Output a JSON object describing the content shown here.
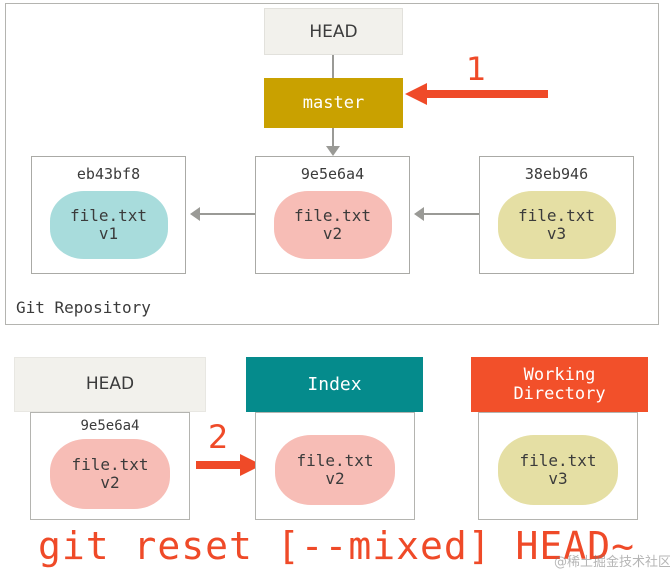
{
  "diagram": {
    "title": "git reset [--mixed] HEAD~",
    "watermark": "@稀土掘金技术社区",
    "colors": {
      "head_box": "#f2f1ec",
      "master_box": "#c9a100",
      "index_header": "#058b8c",
      "working_directory_header": "#f2502a",
      "callout_red": "#ef4a28",
      "blob_v1": "#a8dcdc",
      "blob_v2": "#f7bdb6",
      "blob_v3": "#e5dfa4",
      "connector_gray": "#9a9a96",
      "frame_border": "#b4b4b0"
    }
  },
  "repository": {
    "label": "Git Repository",
    "head_pointer": {
      "label": "HEAD"
    },
    "branch": {
      "label": "master"
    },
    "callout": {
      "number": "1",
      "direction": "left",
      "target": "master"
    },
    "commits": [
      {
        "sha": "eb43bf8",
        "file": "file.txt",
        "version": "v1",
        "blob_color": "#a8dcdc"
      },
      {
        "sha": "9e5e6a4",
        "file": "file.txt",
        "version": "v2",
        "blob_color": "#f7bdb6"
      },
      {
        "sha": "38eb946",
        "file": "file.txt",
        "version": "v3",
        "blob_color": "#e5dfa4"
      }
    ]
  },
  "areas": {
    "head": {
      "header": "HEAD",
      "sha": "9e5e6a4",
      "file": "file.txt",
      "version": "v2",
      "blob_color": "#f7bdb6"
    },
    "index": {
      "header": "Index",
      "file": "file.txt",
      "version": "v2",
      "blob_color": "#f7bdb6"
    },
    "working_directory": {
      "header_line1": "Working",
      "header_line2": "Directory",
      "file": "file.txt",
      "version": "v3",
      "blob_color": "#e5dfa4"
    },
    "callout": {
      "number": "2",
      "direction": "right",
      "from": "HEAD",
      "to": "Index"
    }
  },
  "caption": {
    "command": "git reset [--mixed] HEAD~"
  }
}
